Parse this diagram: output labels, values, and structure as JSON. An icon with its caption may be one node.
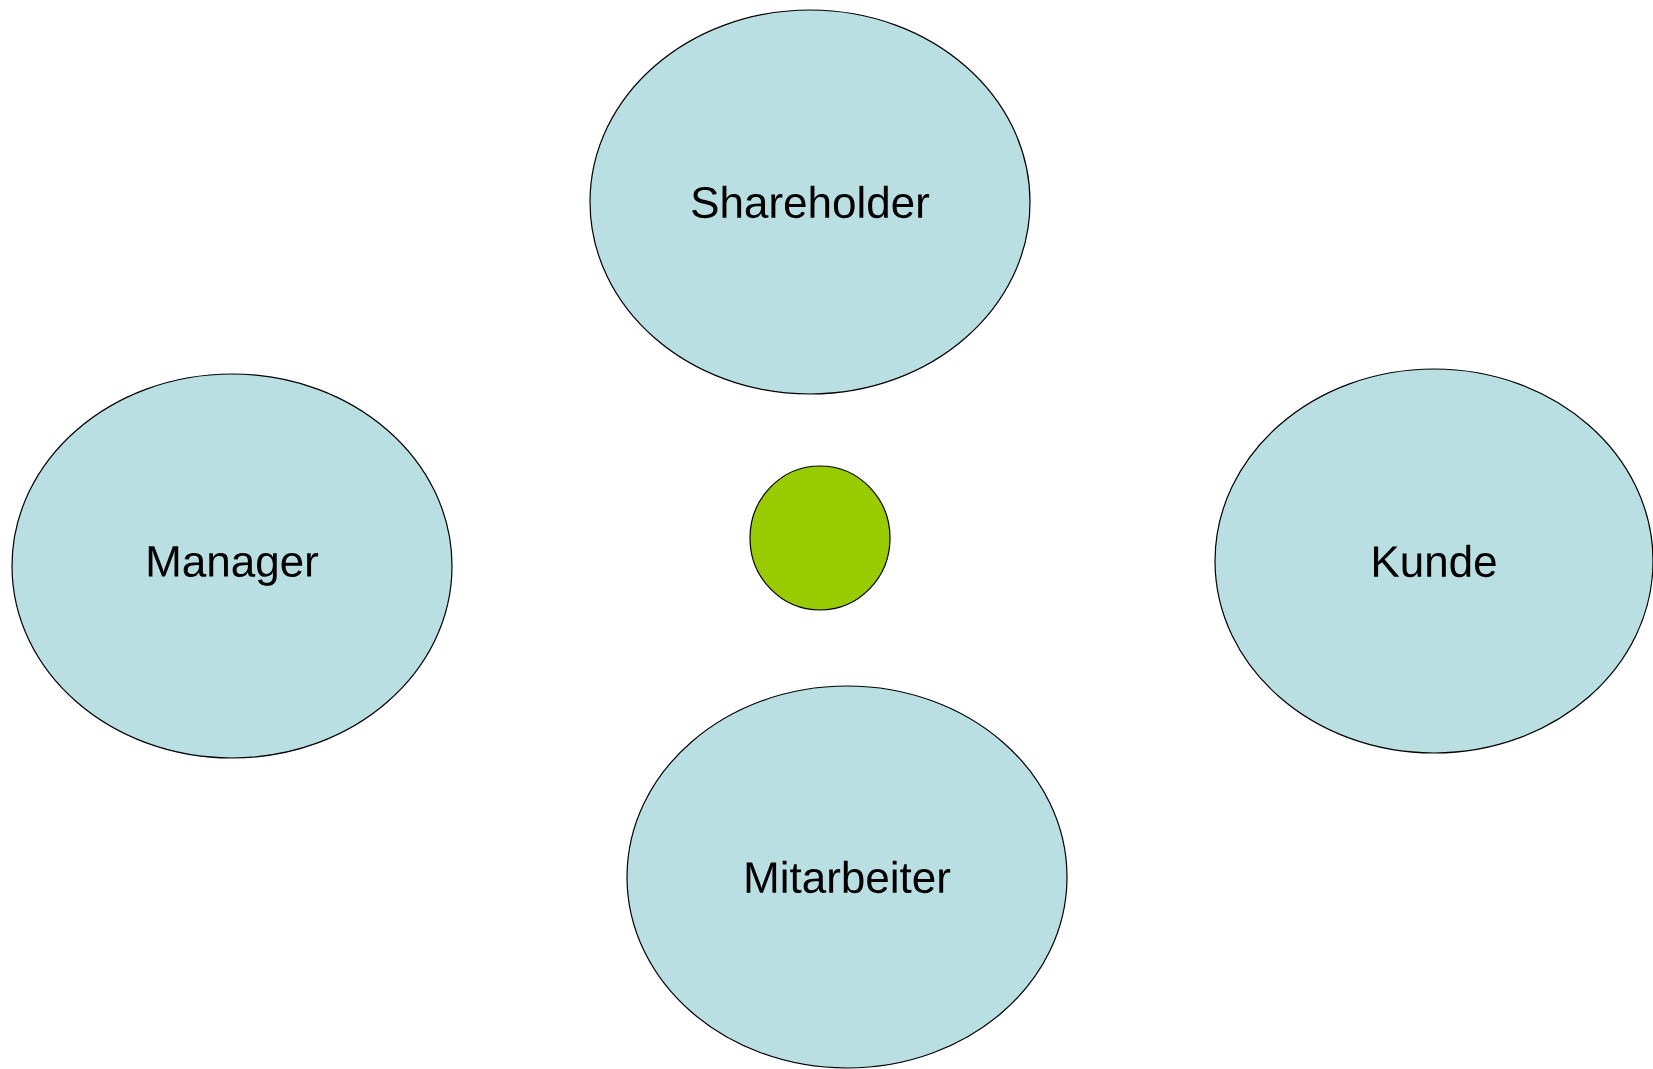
{
  "diagram": {
    "nodes": [
      {
        "text": [
          "Shareholder"
        ]
      },
      {
        "text": [
          "Manager"
        ]
      },
      {
        "text": [],
        "shape": "circle"
      },
      {
        "text": [
          "Kunde"
        ]
      },
      {
        "text": [
          "Mitarbeiter"
        ]
      }
    ]
  }
}
